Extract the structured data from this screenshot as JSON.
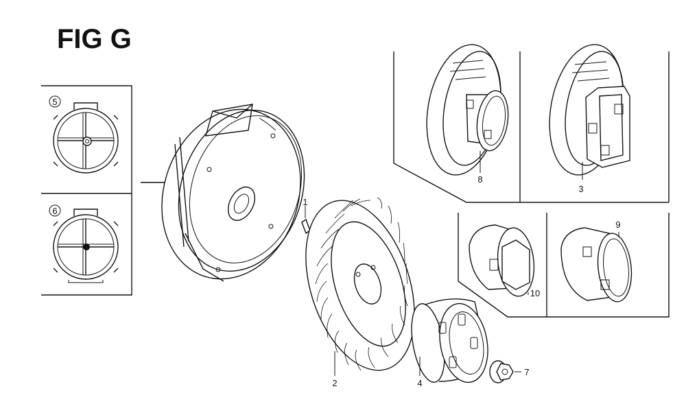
{
  "figure": {
    "title": "FIG G"
  },
  "callouts": [
    {
      "id": "part-1",
      "label": "1"
    },
    {
      "id": "part-2",
      "label": "2"
    },
    {
      "id": "part-3",
      "label": "3"
    },
    {
      "id": "part-4",
      "label": "4"
    },
    {
      "id": "part-5",
      "label": "5"
    },
    {
      "id": "part-6",
      "label": "6"
    },
    {
      "id": "part-7",
      "label": "7"
    },
    {
      "id": "part-8",
      "label": "8"
    },
    {
      "id": "part-9",
      "label": "9"
    },
    {
      "id": "part-10",
      "label": "10"
    }
  ],
  "colors": {
    "line": "#111111",
    "background": "#ffffff"
  }
}
